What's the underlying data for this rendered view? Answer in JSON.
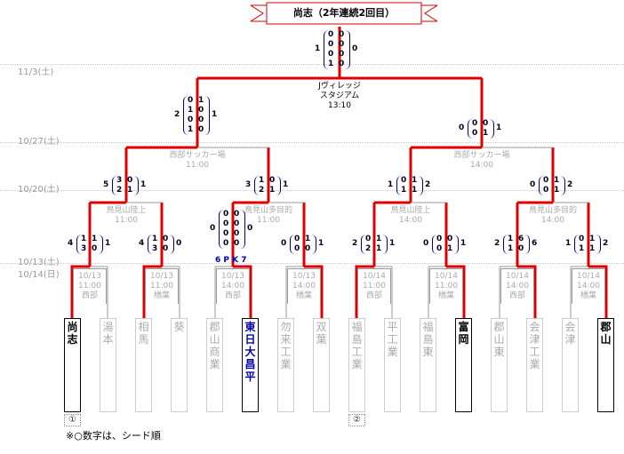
{
  "title": "尚志（2年連続2回目）",
  "dates": [
    "11/3(土)",
    "10/27(土)",
    "10/20(土)",
    "10/13(土)",
    "10/14(日)"
  ],
  "final_venue": [
    "Jヴィレッジ",
    "スタジアム",
    "13:10"
  ],
  "semi_left_venue": [
    "西部サッカー場",
    "11:00"
  ],
  "semi_right_venue": [
    "西部サッカー場",
    "14:00"
  ],
  "r2_venues": [
    [
      "鳥見山陸上",
      "11:00"
    ],
    [
      "鳥見山多目的",
      "11:00"
    ],
    [
      "鳥見山陸上",
      "14:00"
    ],
    [
      "鳥見山多目的",
      "14:00"
    ]
  ],
  "r1_matches": [
    [
      "10/13",
      "11:00",
      "西部"
    ],
    [
      "10/13",
      "11:00",
      "楢葉"
    ],
    [
      "10/13",
      "14:00",
      "西部"
    ],
    [
      "10/13",
      "14:00",
      "楢葉"
    ],
    [
      "10/14",
      "11:00",
      "西部"
    ],
    [
      "10/14",
      "11:00",
      "楢葉"
    ],
    [
      "10/14",
      "14:00",
      "西部"
    ],
    [
      "10/14",
      "14:00",
      "楢葉"
    ]
  ],
  "teams": [
    {
      "name": "尚志",
      "winner": true
    },
    {
      "name": "湯本",
      "winner": false
    },
    {
      "name": "相馬",
      "winner": false
    },
    {
      "name": "葵",
      "winner": false
    },
    {
      "name": "郡山商業",
      "winner": false
    },
    {
      "name": "東日大昌平",
      "winner": true
    },
    {
      "name": "勿来工業",
      "winner": false
    },
    {
      "name": "双葉",
      "winner": false
    },
    {
      "name": "福島工業",
      "winner": false
    },
    {
      "name": "平工業",
      "winner": false
    },
    {
      "name": "福島東",
      "winner": false
    },
    {
      "name": "富岡",
      "winner": true
    },
    {
      "name": "郡山東",
      "winner": false
    },
    {
      "name": "会津工業",
      "winner": false
    },
    {
      "name": "会津",
      "winner": false
    },
    {
      "name": "郡山",
      "winner": true
    }
  ],
  "seeds": [
    "①",
    "②"
  ],
  "pk_label": "6 P K 7",
  "note": "※○数字は、シード順",
  "scores": {
    "final": {
      "left": "1",
      "right": "0",
      "halves": [
        [
          "0",
          "0"
        ],
        [
          "0",
          "0"
        ],
        [
          "0",
          "0"
        ],
        [
          "1",
          "0"
        ]
      ]
    },
    "semi_left": {
      "left": "2",
      "right": "1",
      "halves": [
        [
          "0",
          "1"
        ],
        [
          "1",
          "0"
        ],
        [
          "0",
          "0"
        ],
        [
          "1",
          "0"
        ]
      ]
    },
    "semi_right": {
      "left": "0",
      "right": "1",
      "halves": [
        [
          "0",
          "0"
        ],
        [
          "0",
          "1"
        ]
      ]
    },
    "r2": [
      {
        "left": "5",
        "right": "1",
        "halves": [
          [
            "3",
            "0"
          ],
          [
            "2",
            "1"
          ]
        ]
      },
      {
        "left": "3",
        "right": "1",
        "halves": [
          [
            "1",
            "0"
          ],
          [
            "2",
            "1"
          ]
        ]
      },
      {
        "left": "1",
        "right": "2",
        "halves": [
          [
            "0",
            "1"
          ],
          [
            "1",
            "1"
          ]
        ]
      },
      {
        "left": "0",
        "right": "2",
        "halves": [
          [
            "0",
            "1"
          ],
          [
            "0",
            "1"
          ]
        ]
      }
    ],
    "r1": [
      {
        "left": "4",
        "right": "1",
        "halves": [
          [
            "1",
            "1"
          ],
          [
            "3",
            "0"
          ]
        ]
      },
      {
        "left": "4",
        "right": "0",
        "halves": [
          [
            "1",
            "0"
          ],
          [
            "3",
            "0"
          ]
        ]
      },
      {
        "left": "0",
        "right": "0",
        "halves": [
          [
            "0",
            "0"
          ],
          [
            "0",
            "0"
          ],
          [
            "0",
            "0"
          ],
          [
            "0",
            "0"
          ]
        ]
      },
      {
        "left": "0",
        "right": "1",
        "halves": [
          [
            "0",
            "1"
          ],
          [
            "0",
            "0"
          ]
        ]
      },
      {
        "left": "2",
        "right": "1",
        "halves": [
          [
            "0",
            "1"
          ],
          [
            "2",
            "1"
          ]
        ]
      },
      {
        "left": "0",
        "right": "1",
        "halves": [
          [
            "0",
            "0"
          ],
          [
            "0",
            "1"
          ]
        ]
      },
      {
        "left": "2",
        "right": "6",
        "halves": [
          [
            "1",
            "6"
          ],
          [
            "1",
            "0"
          ]
        ]
      },
      {
        "left": "1",
        "right": "2",
        "halves": [
          [
            "0",
            "1"
          ],
          [
            "1",
            "1"
          ]
        ]
      }
    ]
  }
}
